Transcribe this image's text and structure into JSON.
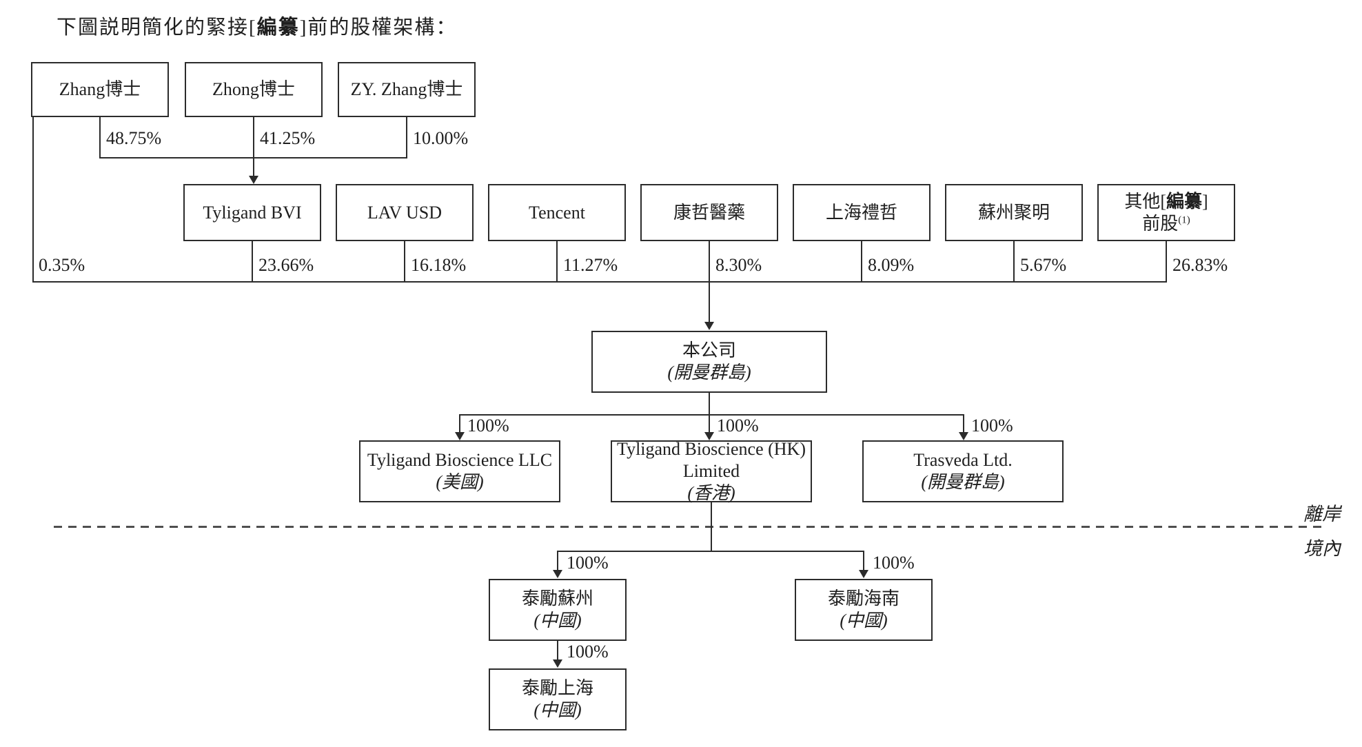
{
  "title": {
    "prefix": "下圖説明簡化的緊接[",
    "redacted": "編纂",
    "suffix": "]前的股權架構："
  },
  "nodes": {
    "zhang": {
      "label": "Zhang博士"
    },
    "zhong": {
      "label": "Zhong博士"
    },
    "zy_zhang": {
      "label": "ZY. Zhang博士"
    },
    "tyligand_bvi": {
      "label": "Tyligand BVI"
    },
    "lav_usd": {
      "label": "LAV USD"
    },
    "tencent": {
      "label": "Tencent"
    },
    "kangzhe": {
      "label": "康哲醫藥"
    },
    "shanghai_lizhe": {
      "label": "上海禮哲"
    },
    "suzhou_juming": {
      "label": "蘇州聚明"
    },
    "others": {
      "line1_pre": "其他[",
      "redacted": "編纂",
      "line1_close": "]",
      "line2": "前股",
      "footnote": "(1)"
    },
    "company": {
      "name": "本公司",
      "jurisdiction": "(開曼群島)"
    },
    "llc": {
      "name": "Tyligand Bioscience LLC",
      "jurisdiction": "(美國)"
    },
    "hk": {
      "name_line1": "Tyligand Bioscience (HK)",
      "name_line2": "Limited",
      "jurisdiction": "(香港)"
    },
    "trasveda": {
      "name": "Trasveda Ltd.",
      "jurisdiction": "(開曼群島)"
    },
    "suzhou": {
      "name": "泰勵蘇州",
      "jurisdiction": "(中國)"
    },
    "hainan": {
      "name": "泰勵海南",
      "jurisdiction": "(中國)"
    },
    "shanghai": {
      "name": "泰勵上海",
      "jurisdiction": "(中國)"
    }
  },
  "edges": [
    {
      "from": "zhang",
      "to": "tyligand_bvi",
      "label": "48.75%"
    },
    {
      "from": "zhong",
      "to": "tyligand_bvi",
      "label": "41.25%"
    },
    {
      "from": "zy_zhang",
      "to": "tyligand_bvi",
      "label": "10.00%"
    },
    {
      "from": "zhang",
      "to": "company",
      "label": "0.35%"
    },
    {
      "from": "tyligand_bvi",
      "to": "company",
      "label": "23.66%"
    },
    {
      "from": "lav_usd",
      "to": "company",
      "label": "16.18%"
    },
    {
      "from": "tencent",
      "to": "company",
      "label": "11.27%"
    },
    {
      "from": "kangzhe",
      "to": "company",
      "label": "8.30%"
    },
    {
      "from": "shanghai_lizhe",
      "to": "company",
      "label": "8.09%"
    },
    {
      "from": "suzhou_juming",
      "to": "company",
      "label": "5.67%"
    },
    {
      "from": "others",
      "to": "company",
      "label": "26.83%"
    },
    {
      "from": "company",
      "to": "llc",
      "label": "100%"
    },
    {
      "from": "company",
      "to": "hk",
      "label": "100%"
    },
    {
      "from": "company",
      "to": "trasveda",
      "label": "100%"
    },
    {
      "from": "hk",
      "to": "suzhou",
      "label": "100%"
    },
    {
      "from": "hk",
      "to": "hainan",
      "label": "100%"
    },
    {
      "from": "suzhou",
      "to": "shanghai",
      "label": "100%"
    }
  ],
  "region_divider": {
    "offshore_label": "離岸",
    "onshore_label": "境內"
  },
  "colors": {
    "line": "#2b2b2b",
    "box_border": "#2b2b2b",
    "background": "#ffffff",
    "text": "#1f1f1f",
    "divider": "#4f4f4f"
  }
}
